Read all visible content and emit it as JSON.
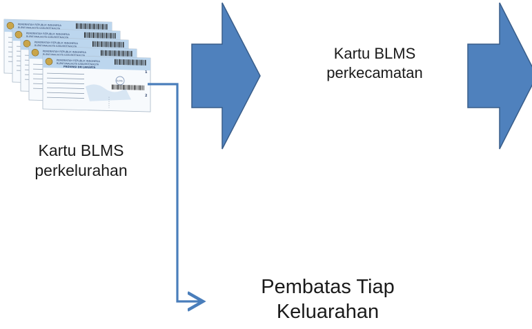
{
  "labels": {
    "kelurahan": [
      "Kartu BLMS",
      "perkelurahan"
    ],
    "kecamatan": [
      "Kartu BLMS",
      "perkecamatan"
    ],
    "pembatas": [
      "Pembatas Tiap",
      "Keluarahan"
    ]
  },
  "cards": {
    "header_line1": "PEMERINTAH REPUBLIK INDONESIA",
    "header_line2": "BUPATI/WALIKOTA KABUPATEN/KOTA",
    "province": "PROVINSI DKI JAKARTA",
    "stamp_text": "BLMS",
    "part_numbers": [
      "1",
      "2"
    ]
  },
  "colors": {
    "arrow_fill": "#4f81bd",
    "arrow_stroke": "#385d8a",
    "connector": "#4a7ebb",
    "card_band": "#bcd6ee"
  },
  "icons": {
    "stack": "stacked-blms-cards-image",
    "flow1": "block-arrow-right-icon",
    "flow2": "block-arrow-right-icon",
    "connector": "elbow-connector-arrow-icon"
  }
}
